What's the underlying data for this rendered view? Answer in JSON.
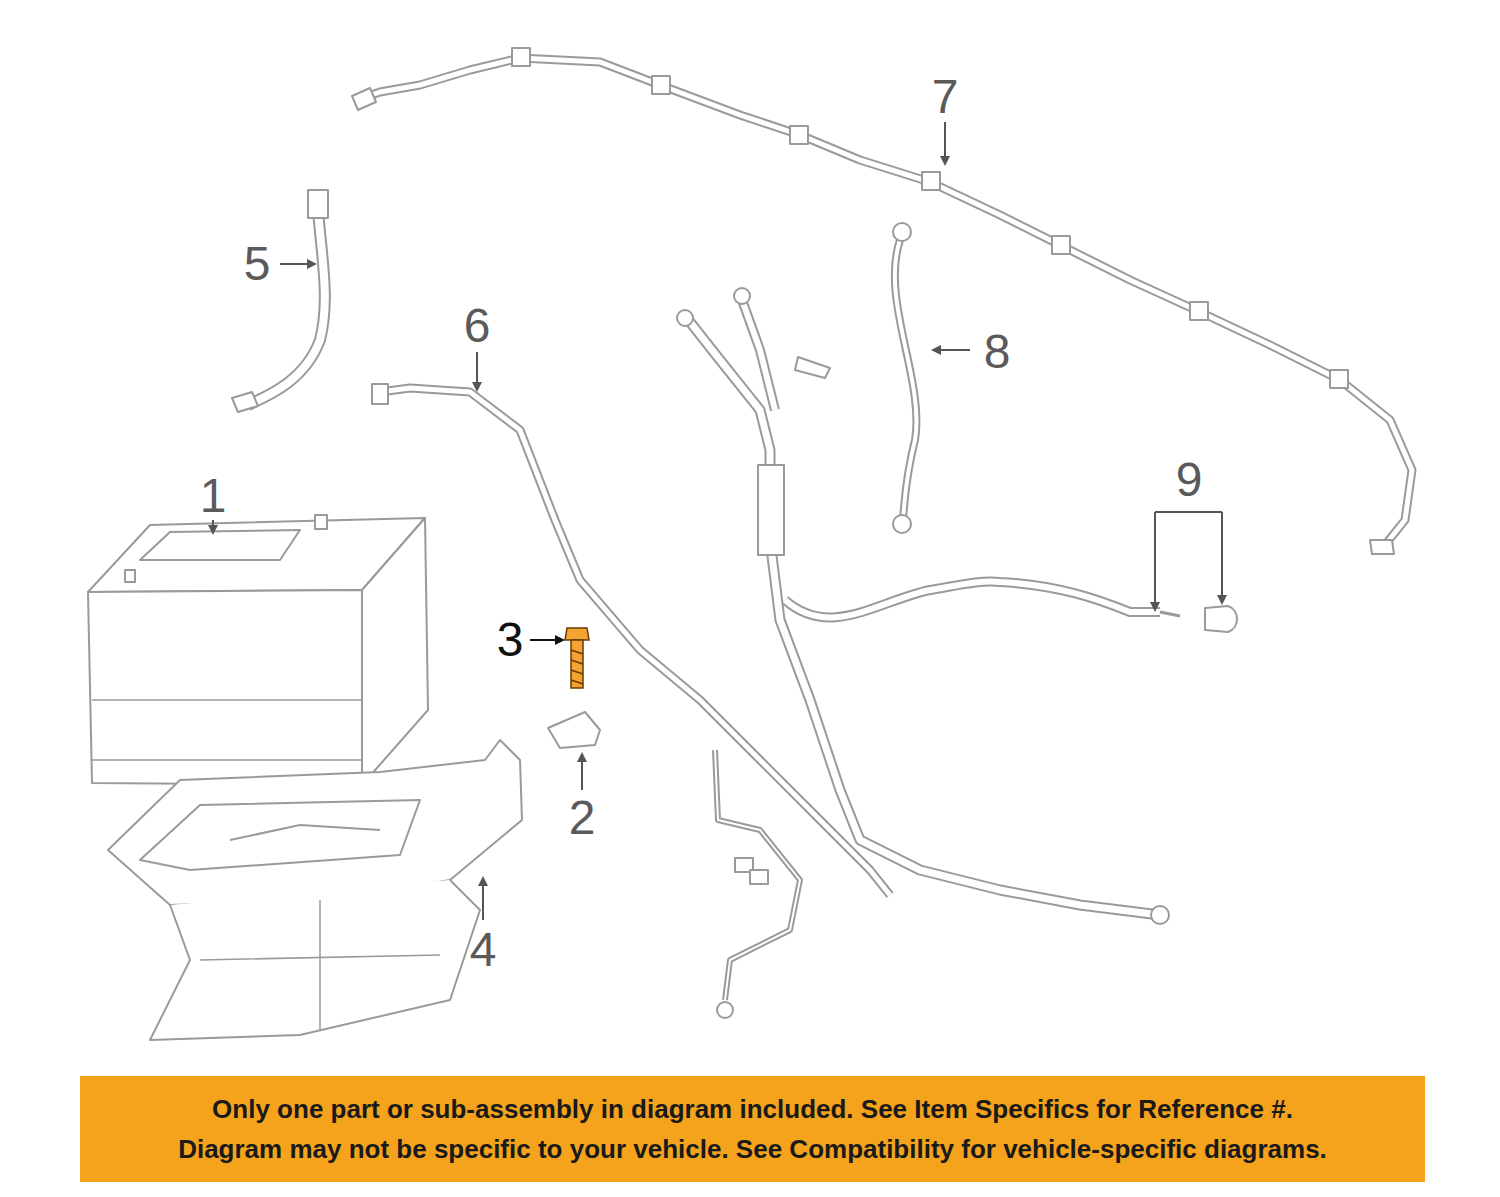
{
  "diagram": {
    "nodes": [
      {
        "text": [
          "Only one part or sub-assembly in diagram included. See Item Specifics for Reference #.",
          "Diagram may not be specific to your vehicle. See Compatibility for vehicle-specific diagrams."
        ]
      }
    ],
    "edges": [],
    "labels": [
      "1",
      "2",
      "3",
      "4",
      "5",
      "6",
      "7",
      "8",
      "9"
    ]
  }
}
